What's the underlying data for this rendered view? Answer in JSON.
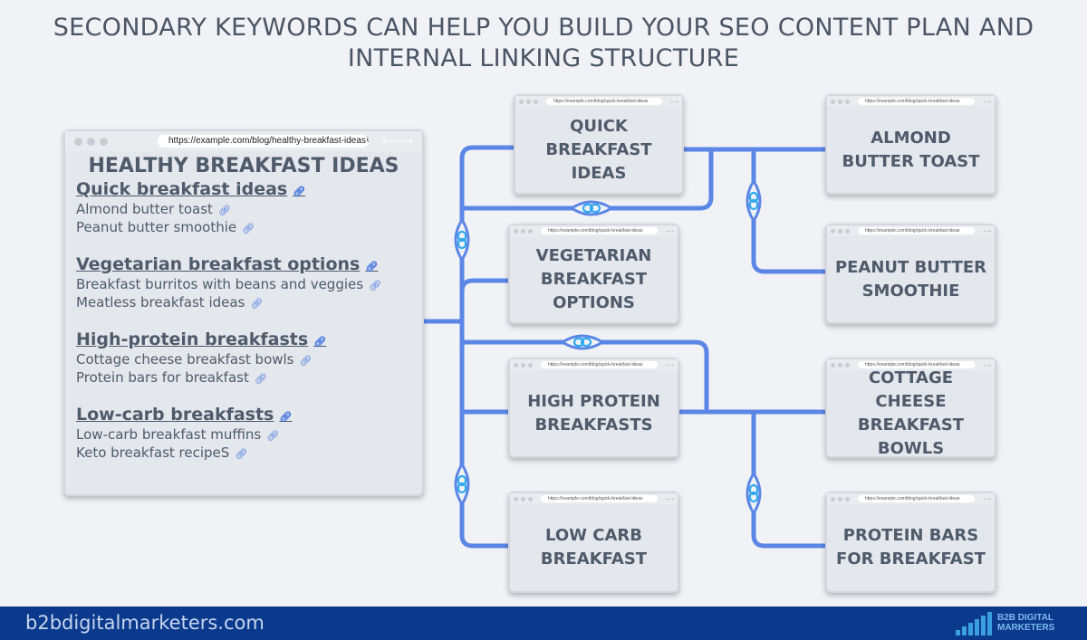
{
  "title": "SECONDARY KEYWORDS CAN HELP YOU BUILD YOUR SEO CONTENT PLAN AND INTERNAL LINKING STRUCTURE",
  "main_page": {
    "url": "https://example.com/blog/healthy-breakfast-ideas",
    "heading": "HEALTHY BREAKFAST IDEAS",
    "sections": [
      {
        "title": "Quick breakfast ideas",
        "items": [
          "Almond butter toast",
          "Peanut butter smoothie"
        ]
      },
      {
        "title": "Vegetarian breakfast options",
        "items": [
          "Breakfast burritos with beans and veggies",
          "Meatless breakfast ideas"
        ]
      },
      {
        "title": "High-protein breakfasts",
        "items": [
          "Cottage cheese breakfast bowls",
          "Protein bars for breakfast"
        ]
      },
      {
        "title": "Low-carb breakfasts",
        "items": [
          "Low-carb breakfast muffins",
          "Keto breakfast recipeS"
        ]
      }
    ]
  },
  "sub_url": "https://example.com/blog/quick-breakfast-ideas",
  "pages": [
    "QUICK BREAKFAST IDEAS",
    "VEGETARIAN BREAKFAST OPTIONS",
    "HIGH PROTEIN BREAKFASTS",
    "LOW CARB BREAKFAST",
    "ALMOND BUTTER TOAST",
    "PEANUT BUTTER SMOOTHIE",
    "COTTAGE CHEESE BREAKFAST BOWLS",
    "PROTEIN BARS FOR BREAKFAST"
  ],
  "footer": {
    "site": "b2bdigitalmarketers.com",
    "logo_line1": "B2B DIGITAL",
    "logo_line2": "MARKETERS"
  },
  "colors": {
    "line": "#5b86e5",
    "link_icon": "#2fa8f0",
    "footer": "#0b3a8c"
  }
}
